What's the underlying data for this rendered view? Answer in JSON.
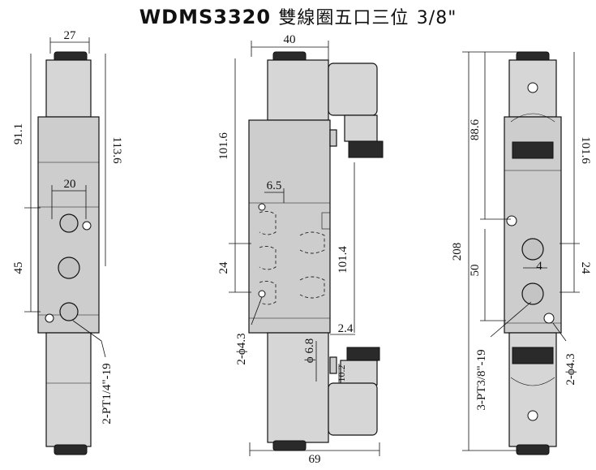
{
  "title": {
    "model": "WDMS3320",
    "chinese": "雙線圈五口三位",
    "port": "3/8\""
  },
  "left_view": {
    "dim_width": "27",
    "dim_height_a": "91.1",
    "dim_height_b": "113.6",
    "dim_port_spacing": "20",
    "dim_port_pitch": "45",
    "port_callout": "2-PT1/4\"-19"
  },
  "front_view": {
    "dim_width": "40",
    "dim_total_width": "69",
    "dim_upper": "101.6",
    "dim_lower": "101.4",
    "dim_hole_offset": "6.5",
    "dim_hole_pitch": "24",
    "dim_screw": "2.4",
    "dim_dia": "ϕ 6.8",
    "dim_small": "10.2",
    "hole_callout": "2-ϕ4.3"
  },
  "right_view": {
    "dim_total": "208",
    "dim_upper_a": "88.6",
    "dim_upper_b": "101.6",
    "dim_pitch": "50",
    "dim_offset": "4",
    "dim_small_pitch": "24",
    "port_callout": "3-PT3/8\"-19",
    "hole_callout": "2-ϕ4.3"
  }
}
